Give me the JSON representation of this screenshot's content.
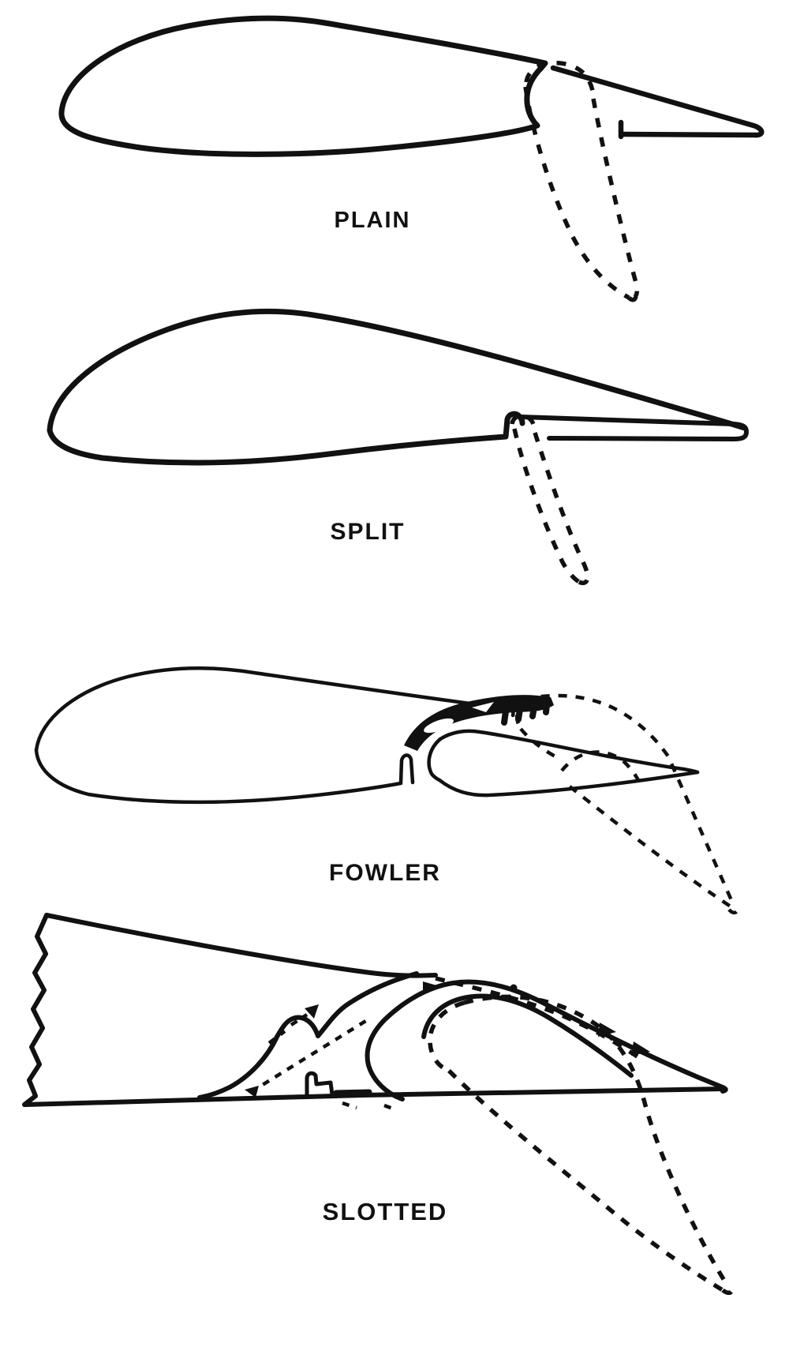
{
  "figure": {
    "background": "#ffffff",
    "ink": "#111111",
    "description_labels": [
      "PLAIN",
      "SPLIT",
      "FOWLER",
      "SLOTTED"
    ],
    "sections": [
      {
        "id": "plain",
        "label": "PLAIN"
      },
      {
        "id": "split",
        "label": "SPLIT"
      },
      {
        "id": "fowler",
        "label": "FOWLER"
      },
      {
        "id": "slotted",
        "label": "SLOTTED"
      }
    ]
  }
}
